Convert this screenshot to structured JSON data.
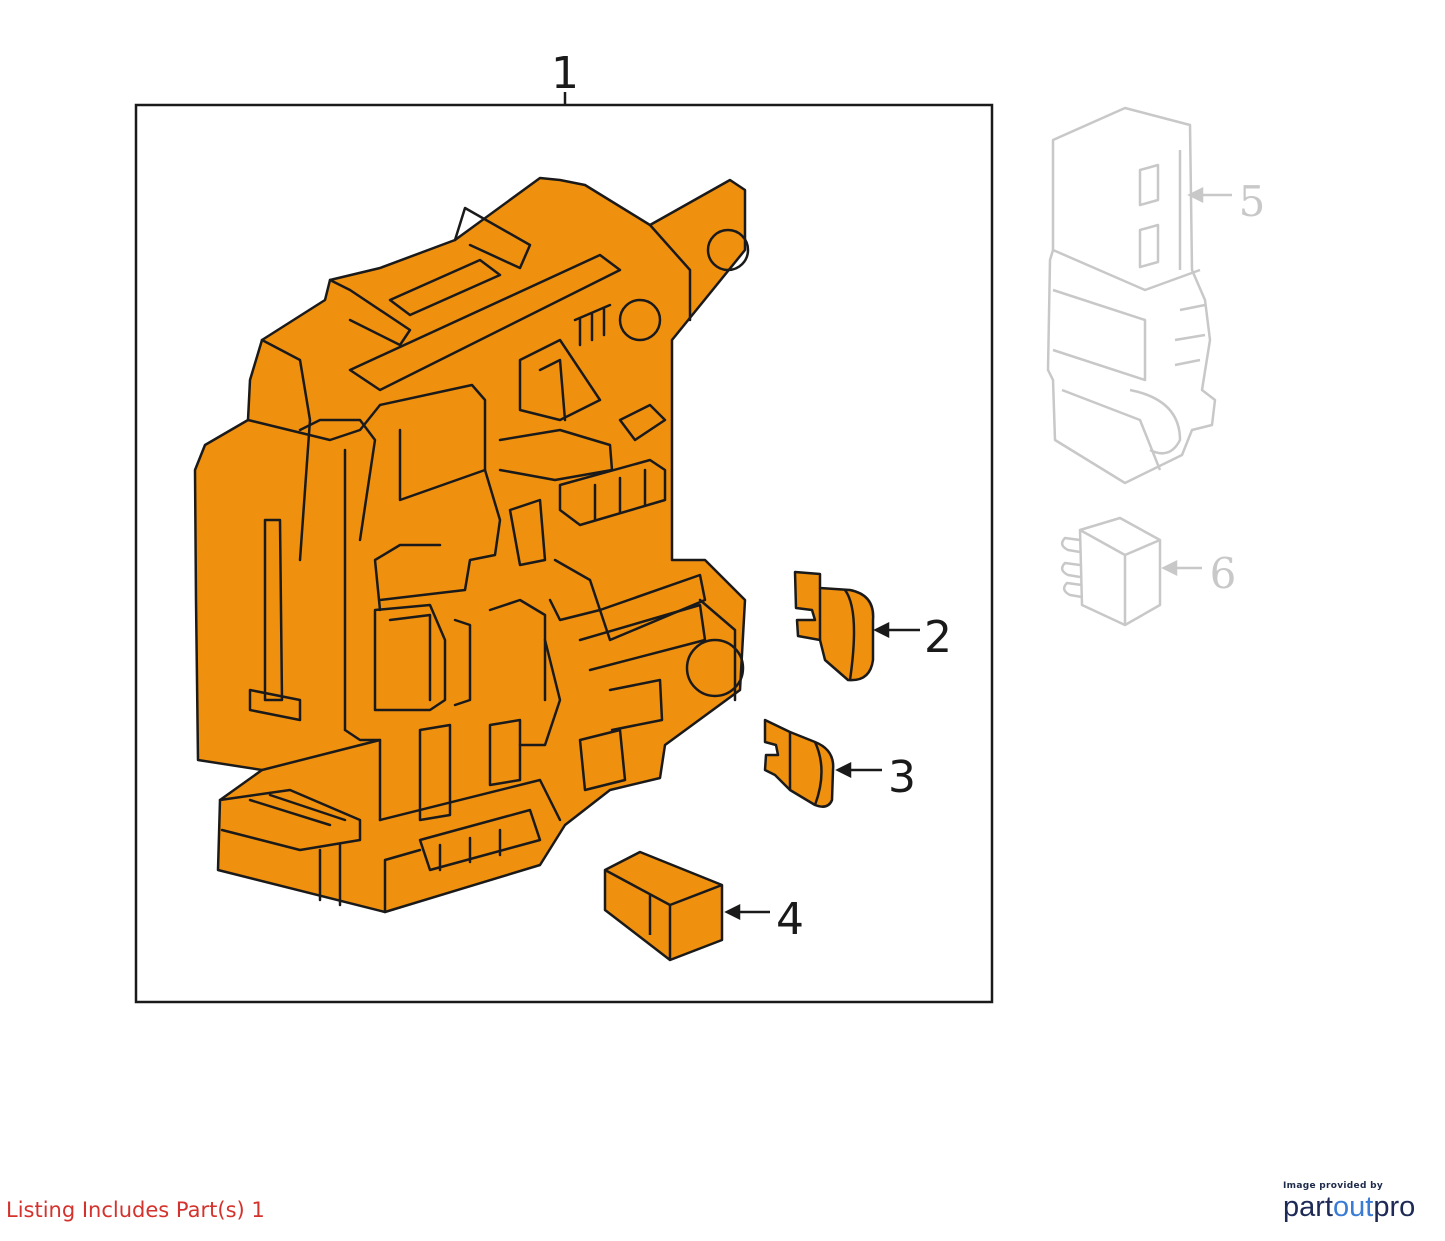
{
  "diagram": {
    "callouts": {
      "assembly": "1",
      "part2": "2",
      "part3": "3",
      "part4": "4",
      "part5": "5",
      "part6": "6"
    }
  },
  "footer": {
    "listing_note": "Listing Includes Part(s) 1"
  },
  "credit": {
    "caption": "Image provided by",
    "brand_part1": "part",
    "brand_part2": "out",
    "brand_part3": "pro"
  },
  "colors": {
    "highlight": "#f0900f",
    "outline": "#1a1a1a",
    "unselected": "#c8c8c8",
    "note": "#d4322c",
    "brand": "#1c2a55",
    "brand_accent": "#3a7bd5"
  }
}
